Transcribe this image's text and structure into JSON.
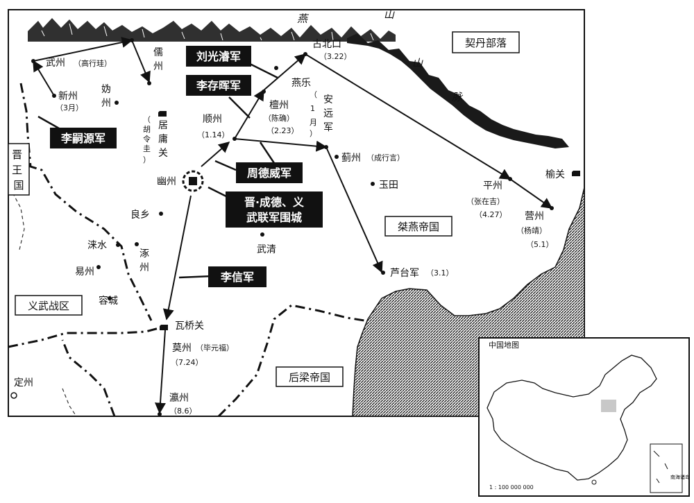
{
  "regions": {
    "khitan": "契丹部落",
    "jinwang": "晋王国",
    "yiwu": "义武战区",
    "jieyan": "桀燕帝国",
    "houliang": "后梁帝国"
  },
  "mountains": {
    "c1": "燕",
    "c2": "山",
    "c3": "山",
    "c4": "脉"
  },
  "armies": {
    "liu": "刘光濬军",
    "licunhui": "李存晖军",
    "lisiyuan": "李嗣源军",
    "zhou": "周德威军",
    "siege_line1": "晋·成德、义",
    "siege_line2": "武联军围城",
    "lixin": "李信军"
  },
  "places": {
    "wuzhou": "武州",
    "wuzhou_note": "（高行珪）",
    "ruzhou": "儒州",
    "xinzhou": "新州",
    "xinzhou_date": "（3月）",
    "guizhou": "妫州",
    "juyong": "居庸关",
    "juyong_note": "（胡令圭）",
    "shunzhou": "顺州",
    "shunzhou_date": "（1.14）",
    "tanzhou": "檀州",
    "tanzhou_note": "（陈确）",
    "tanzhou_date": "（2.23）",
    "anyuan": "安远军",
    "anyuan_date": "（1月）",
    "gubeikou": "古北口",
    "gubeikou_date": "（3.22）",
    "yanle": "燕乐",
    "jizhou": "蓟州",
    "jizhou_note": "（成行言）",
    "youzhou": "幽州",
    "yutian": "玉田",
    "pingzhou": "平州",
    "pingzhou_note": "（张在吉）",
    "pingzhou_date": "（4.27）",
    "yingzhou": "营州",
    "yingzhou_note": "（杨靖）",
    "yingzhou_date": "（5.1）",
    "yuguan": "榆关",
    "liangxiang": "良乡",
    "laishui": "涞水",
    "zhuozhou": "涿州",
    "yizhou": "易州",
    "rongcheng": "容城",
    "wuqing": "武清",
    "lutai": "芦台军",
    "lutai_date": "（3.1）",
    "waqiao": "瓦桥关",
    "mozhou": "莫州",
    "mozhou_note": "（毕元福）",
    "mozhou_date": "（7.24）",
    "yingzhou2": "瀛州",
    "yingzhou2_date": "（8.6）",
    "dingzhou": "定州"
  },
  "inset": {
    "title": "中国地图",
    "scale": "1 : 100 000 000",
    "southsea": "南海诸岛"
  },
  "colors": {
    "ink": "#111111",
    "sea_hatch": "#222222",
    "highlight": "#c8c8c8"
  }
}
